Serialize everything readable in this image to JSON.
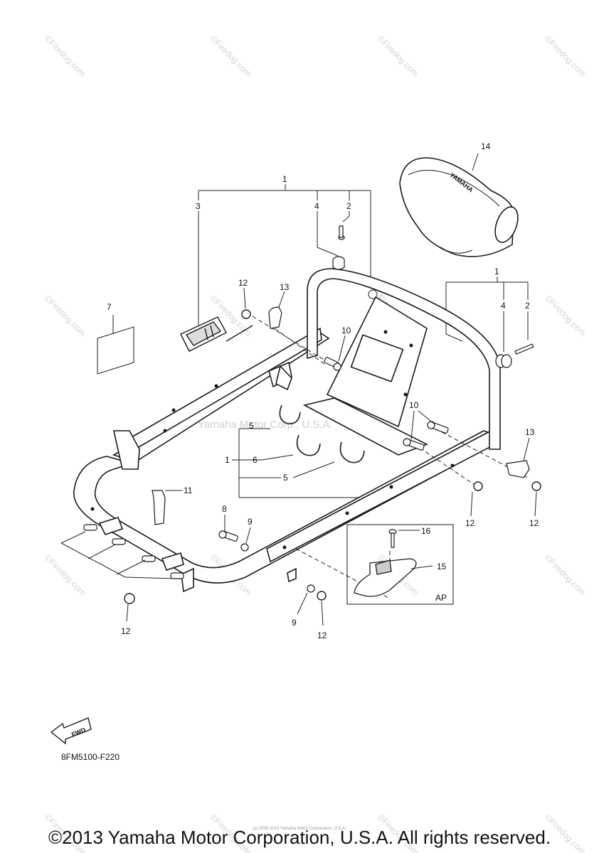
{
  "watermark": {
    "site": "Firedog.com",
    "site_copy": "©Firedog.com",
    "center_site": "Firedog.com",
    "center_company": "Yamaha Motor Corp., U.S.A."
  },
  "callouts": {
    "c1_top": "1",
    "c3": "3",
    "c4_top": "4",
    "c2_top": "2",
    "c14": "14",
    "c12_a": "12",
    "c13_a": "13",
    "c7": "7",
    "c10_a": "10",
    "c1_right": "1",
    "c4_right": "4",
    "c2_right": "2",
    "c10_b": "10",
    "c5_a": "5",
    "c1_left": "1",
    "c6": "6",
    "c5_b": "5",
    "c11": "11",
    "c13_b": "13",
    "c12_b": "12",
    "c12_c": "12",
    "c8": "8",
    "c9_a": "9",
    "c16": "16",
    "c15": "15",
    "c_ap": "AP",
    "c12_d": "12",
    "c9_b": "9",
    "c12_e": "12"
  },
  "parts": {
    "seat_brand": "YAMAHA",
    "fwd_arrow": "FWD"
  },
  "diagram_code": "8FM5100-F220",
  "copyright": "©2013 Yamaha Motor Corporation, U.S.A. All rights reserved.",
  "fine_print": "(c) 2005-2015 Yamaha Motor Corporation, U.S.A."
}
